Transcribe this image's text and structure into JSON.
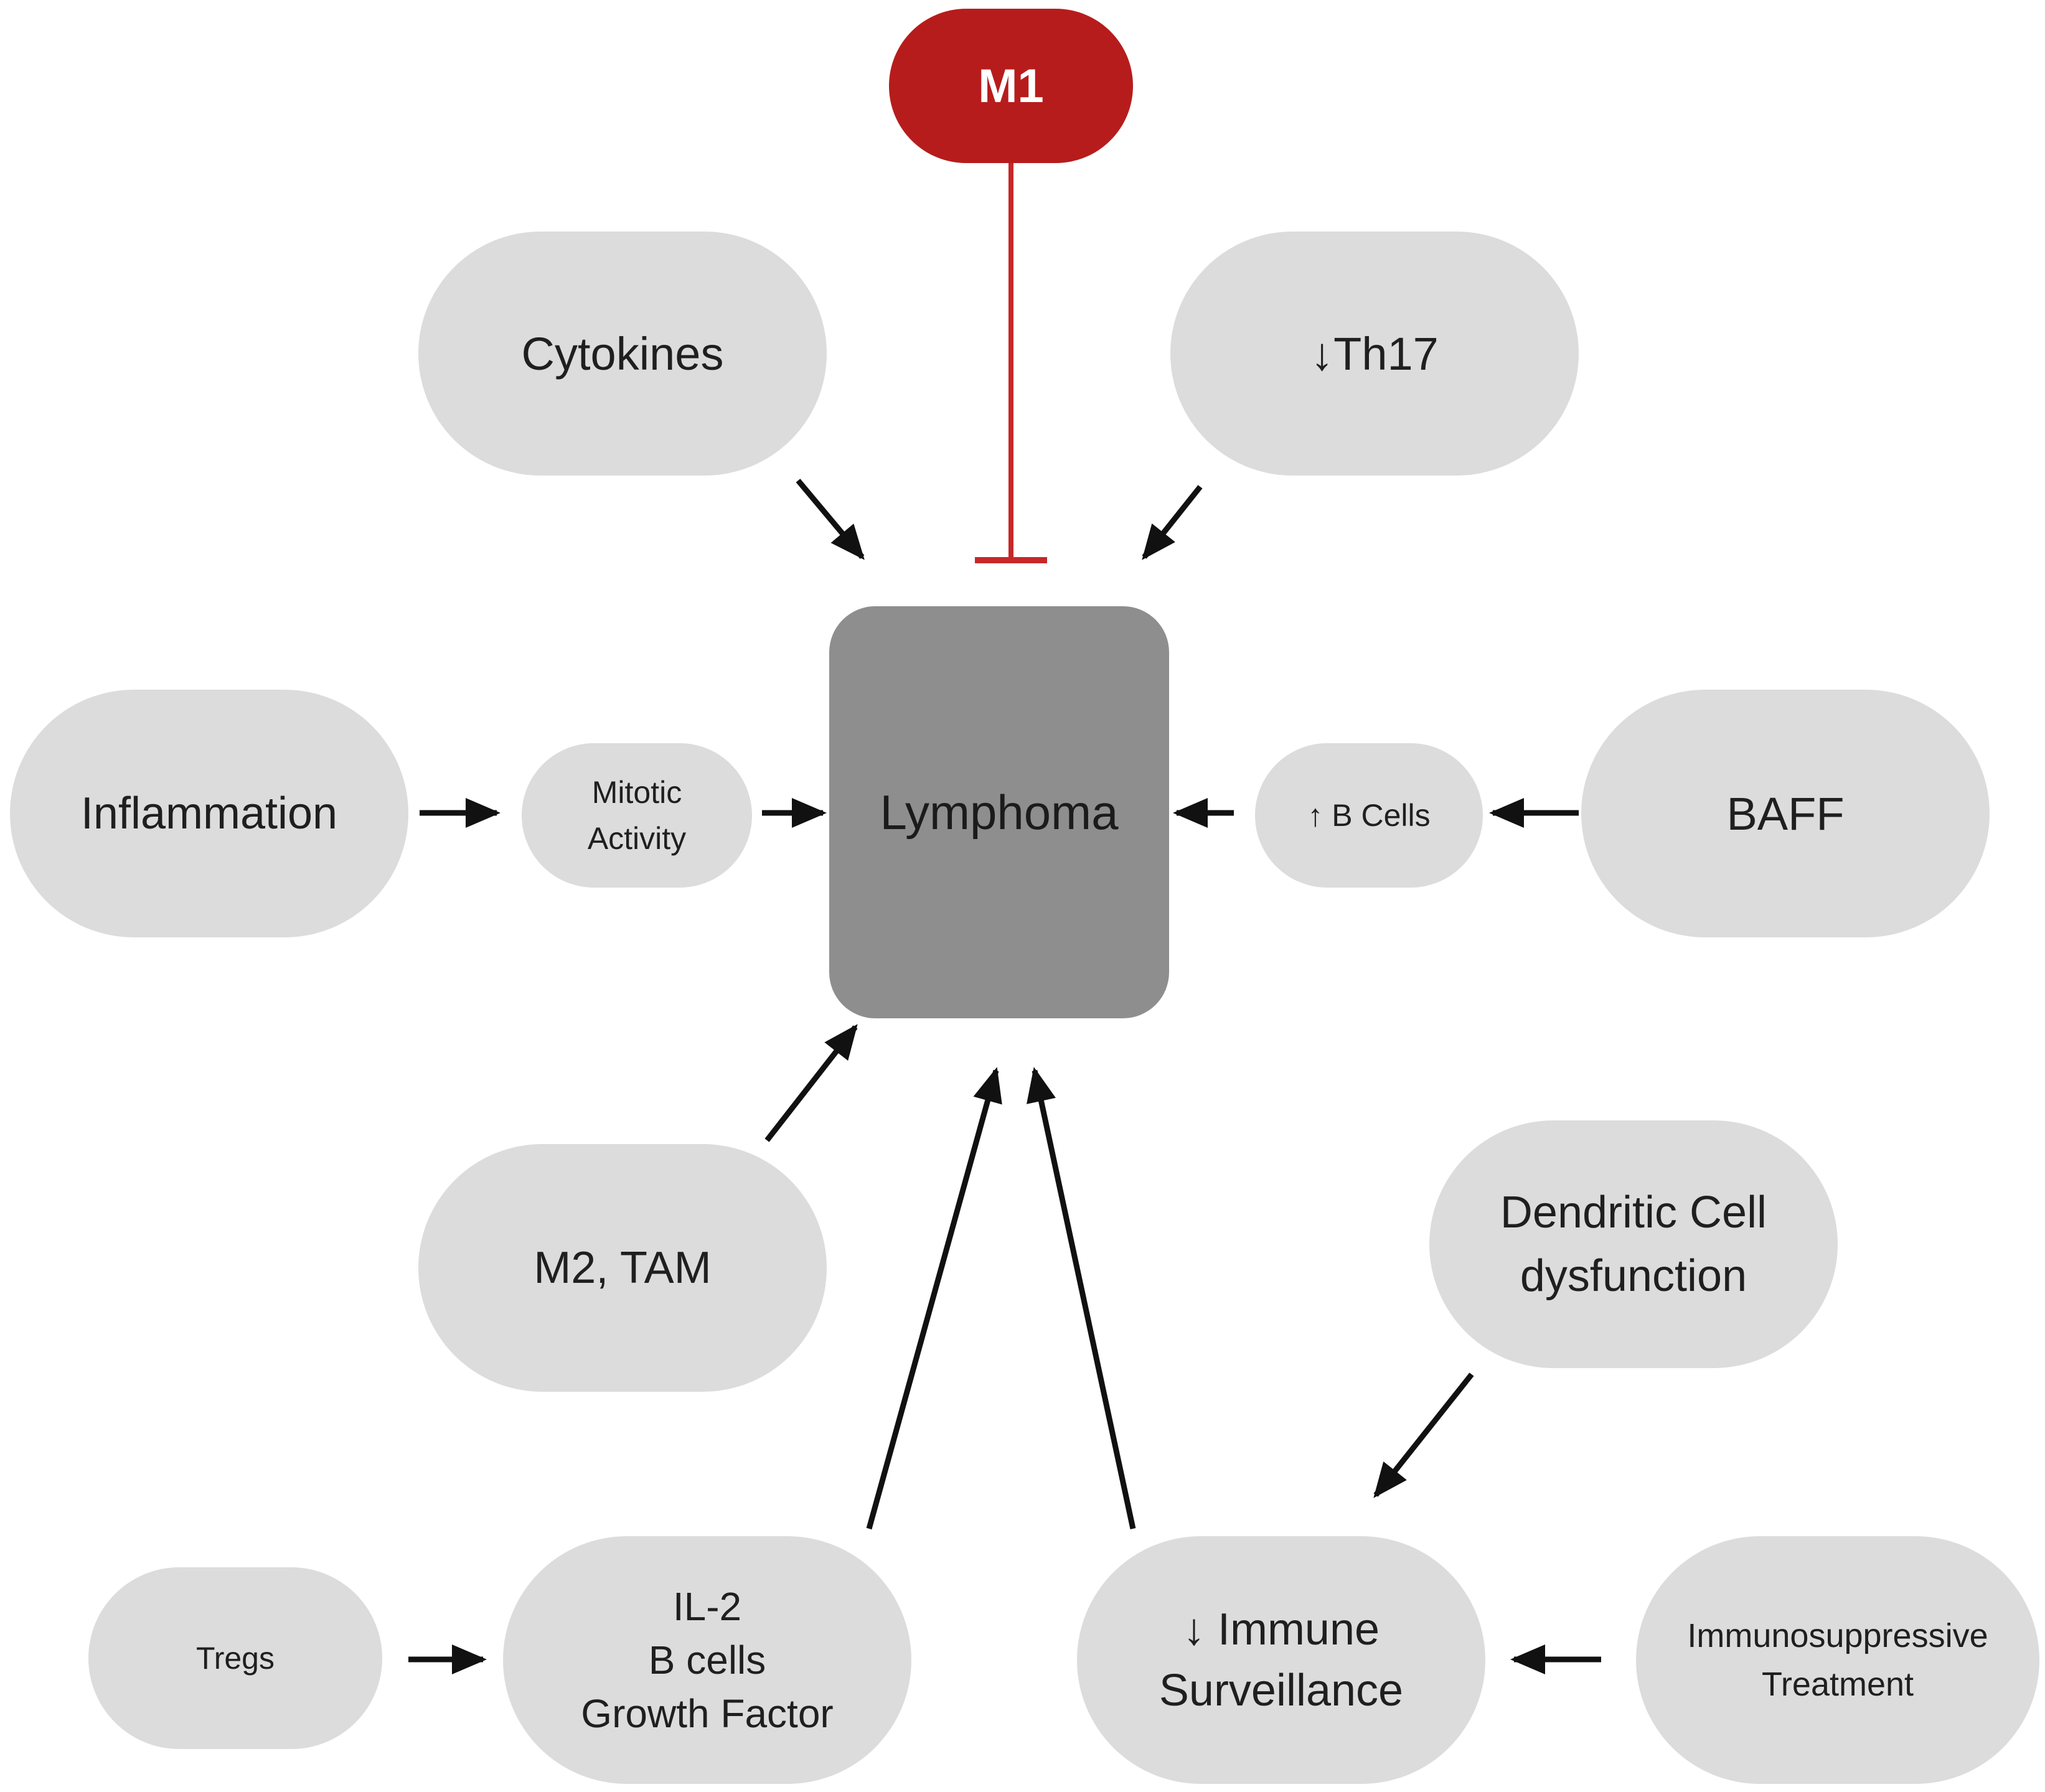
{
  "diagram": {
    "nodes": {
      "m1": {
        "label": "M1"
      },
      "cytokines": {
        "label": "Cytokines"
      },
      "th17": {
        "label": "↓Th17"
      },
      "inflammation": {
        "label": "Inflammation"
      },
      "mitotic_activity": {
        "lines": [
          "Mitotic",
          "Activity"
        ]
      },
      "lymphoma": {
        "label": "Lymphoma"
      },
      "b_cells": {
        "label": "↑ B Cells"
      },
      "baff": {
        "label": "BAFF"
      },
      "m2_tam": {
        "label": "M2, TAM"
      },
      "dendritic": {
        "lines": [
          "Dendritic Cell",
          "dysfunction"
        ]
      },
      "tregs": {
        "label": "Tregs"
      },
      "il2": {
        "lines": [
          "IL-2",
          "B cells",
          "Growth Factor"
        ]
      },
      "immune_surveillance": {
        "lines": [
          "↓ Immune",
          "Surveillance"
        ]
      },
      "immunosuppressive": {
        "lines": [
          "Immunosuppressive",
          "Treatment"
        ]
      }
    },
    "edges": [
      {
        "id": "m1-inhibits-lymphoma",
        "from": "m1",
        "to": "lymphoma",
        "kind": "inhibition"
      },
      {
        "id": "cytokines-to-lymphoma",
        "from": "cytokines",
        "to": "lymphoma",
        "kind": "activation"
      },
      {
        "id": "th17-to-lymphoma",
        "from": "th17",
        "to": "lymphoma",
        "kind": "activation"
      },
      {
        "id": "inflammation-to-mitotic",
        "from": "inflammation",
        "to": "mitotic_activity",
        "kind": "activation"
      },
      {
        "id": "mitotic-to-lymphoma",
        "from": "mitotic_activity",
        "to": "lymphoma",
        "kind": "activation"
      },
      {
        "id": "baff-to-bcells",
        "from": "baff",
        "to": "b_cells",
        "kind": "activation"
      },
      {
        "id": "bcells-to-lymphoma",
        "from": "b_cells",
        "to": "lymphoma",
        "kind": "activation"
      },
      {
        "id": "m2-to-lymphoma",
        "from": "m2_tam",
        "to": "lymphoma",
        "kind": "activation"
      },
      {
        "id": "il2-to-lymphoma",
        "from": "il2",
        "to": "lymphoma",
        "kind": "activation"
      },
      {
        "id": "immune-to-lymphoma",
        "from": "immune_surveillance",
        "to": "lymphoma",
        "kind": "activation"
      },
      {
        "id": "dendritic-to-immune",
        "from": "dendritic",
        "to": "immune_surveillance",
        "kind": "activation"
      },
      {
        "id": "immunosuppressive-to-immune",
        "from": "immunosuppressive",
        "to": "immune_surveillance",
        "kind": "activation"
      },
      {
        "id": "tregs-to-il2",
        "from": "tregs",
        "to": "il2",
        "kind": "activation"
      }
    ],
    "colors": {
      "inhibitor_node": "#b71c1c",
      "inhibitor_line": "#c62828",
      "central_node": "#8e8e8e",
      "pill_node": "#dcdcdc",
      "arrow": "#111111"
    }
  }
}
